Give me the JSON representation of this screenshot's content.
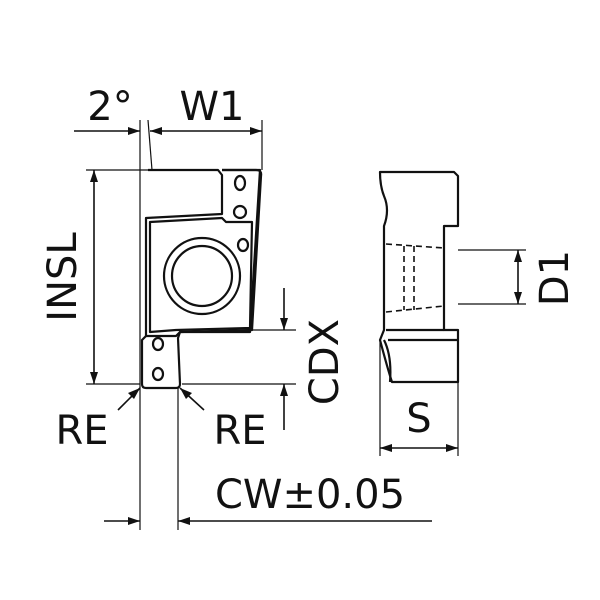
{
  "labels": {
    "angle": "2°",
    "w1": "W1",
    "insl": "INSL",
    "re_left": "RE",
    "re_right": "RE",
    "cdx": "CDX",
    "cw": "CW±0.05",
    "s": "S",
    "d1": "D1"
  }
}
